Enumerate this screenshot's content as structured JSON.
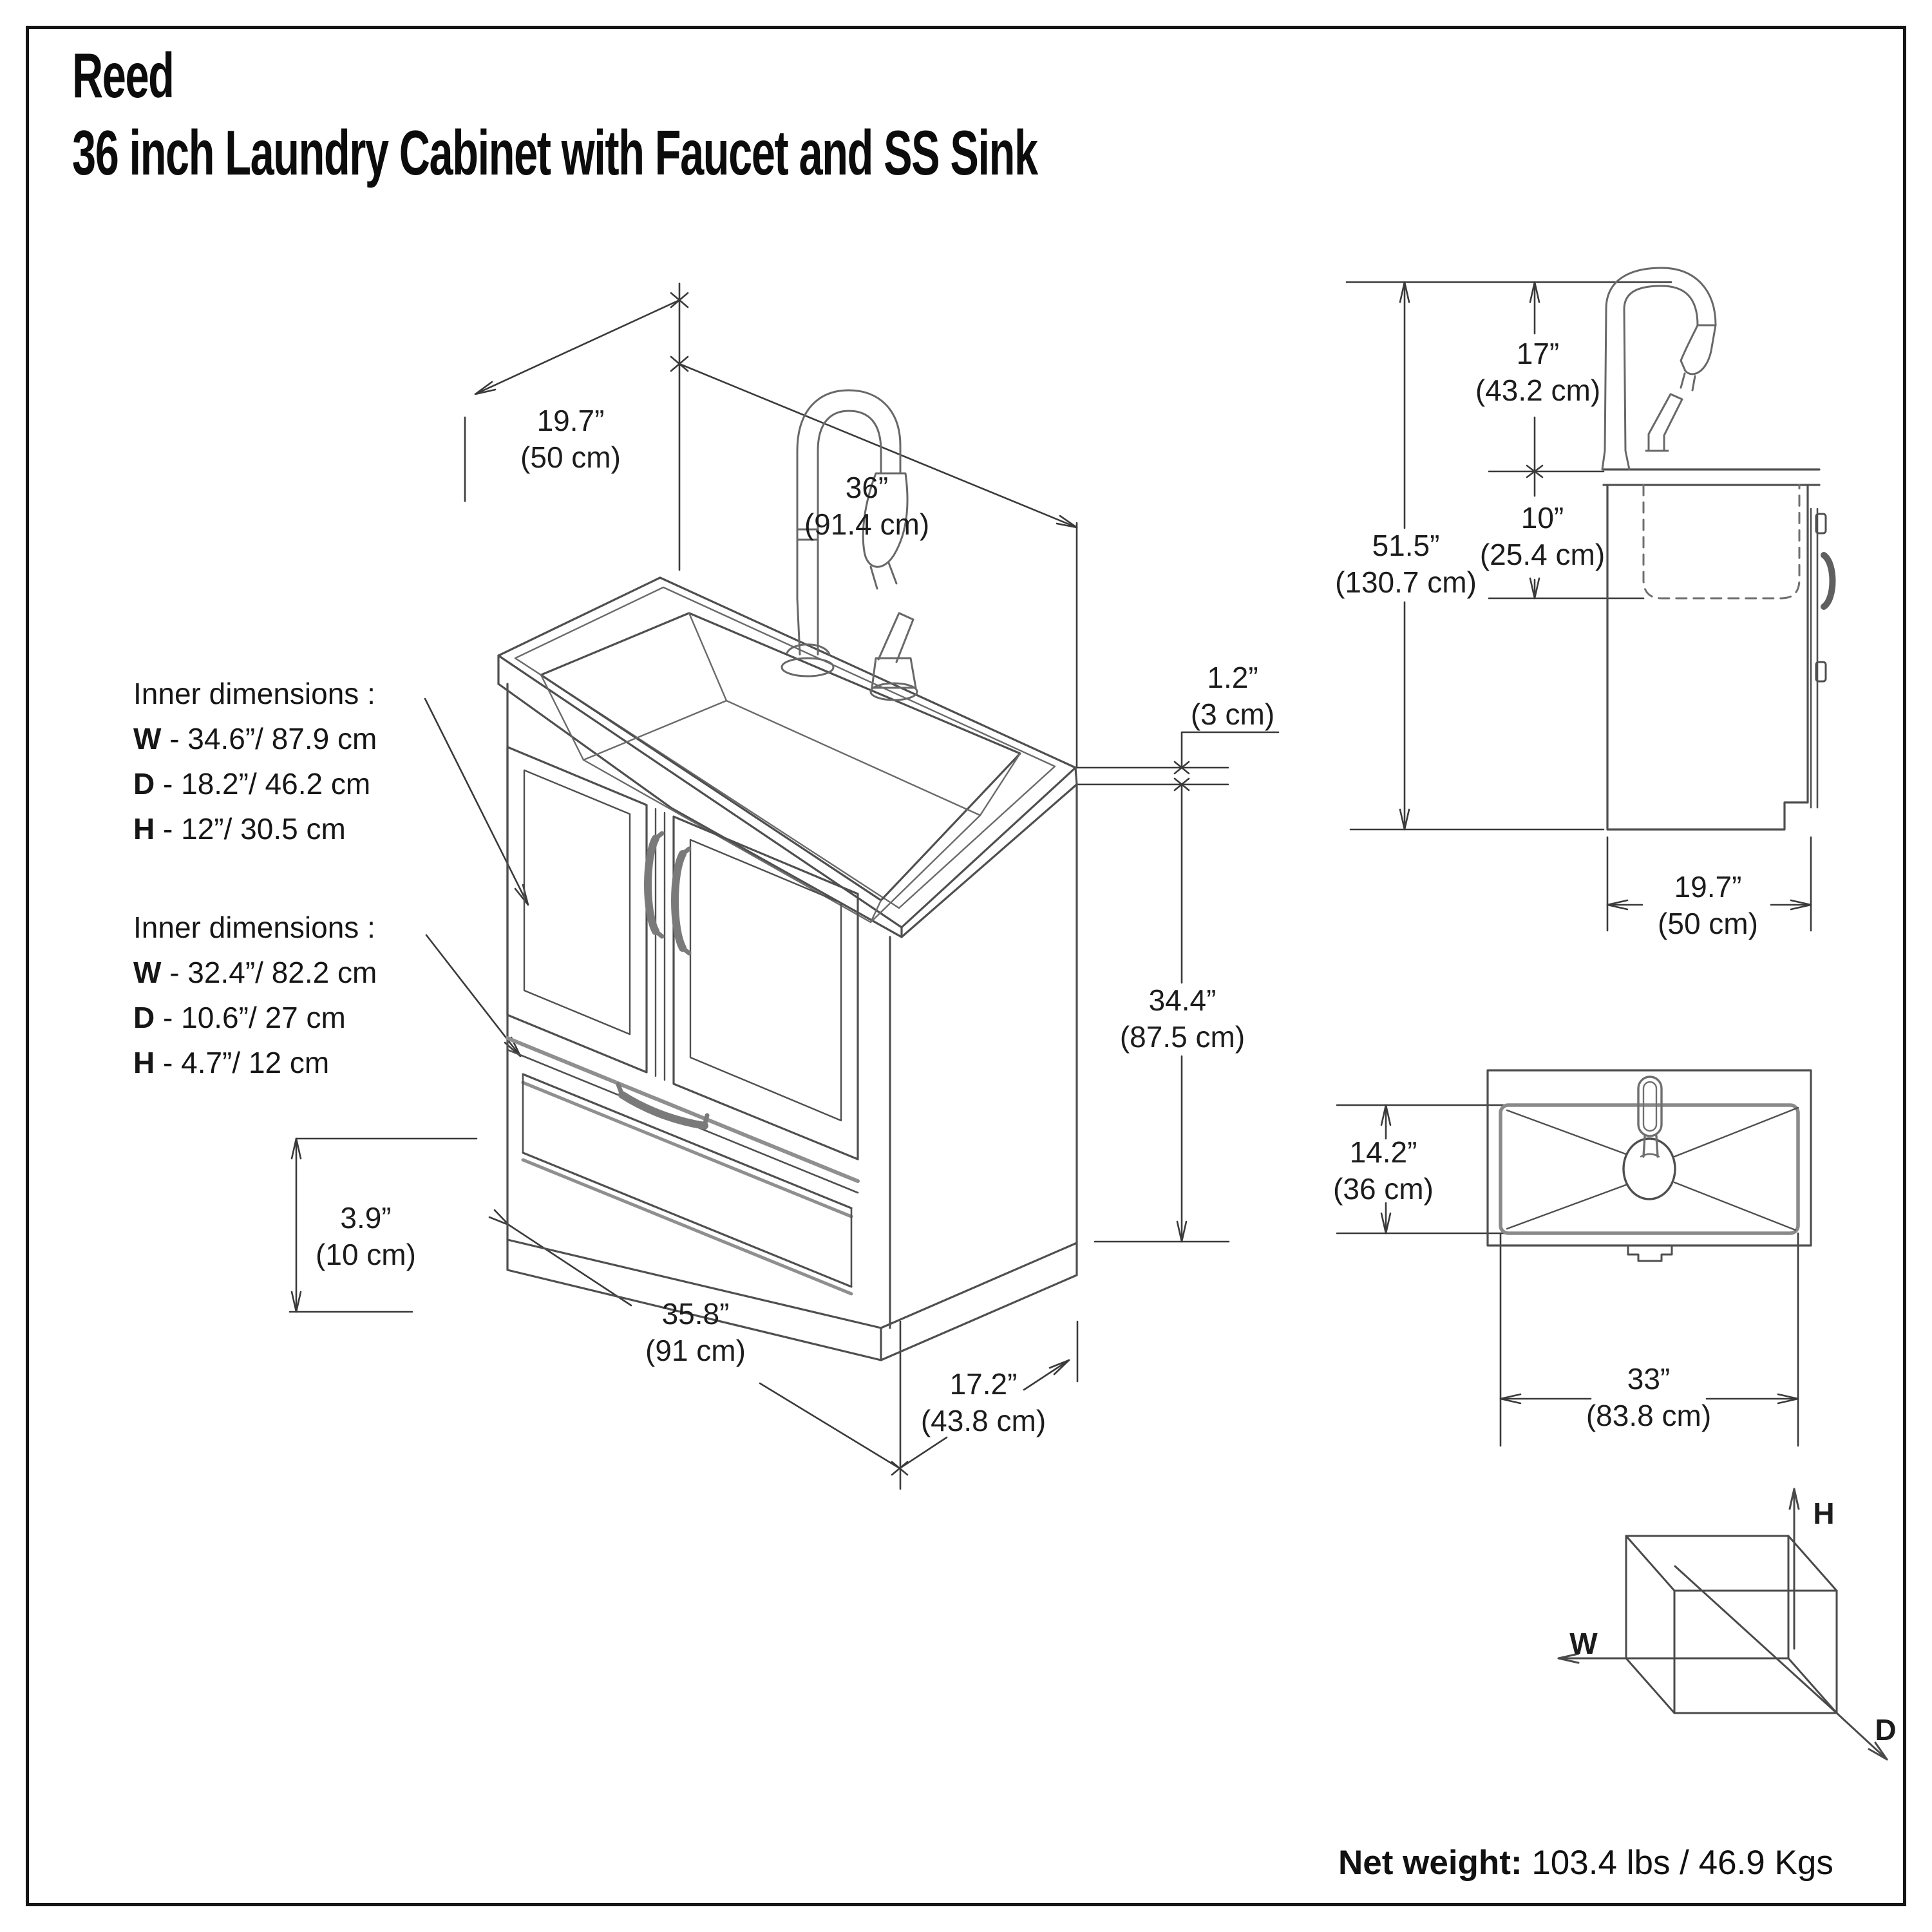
{
  "title": {
    "line1": "Reed",
    "line2": "36 inch Laundry Cabinet with Faucet and SS Sink"
  },
  "inner_dimensions": [
    {
      "heading": "Inner dimensions  :",
      "rows": [
        {
          "k": "W",
          "v": " - 34.6”/ 87.9 cm"
        },
        {
          "k": "D",
          "v": " - 18.2”/ 46.2 cm"
        },
        {
          "k": "H",
          "v": " - 12”/ 30.5 cm"
        }
      ]
    },
    {
      "heading": "Inner dimensions  :",
      "rows": [
        {
          "k": "W",
          "v": " - 32.4”/ 82.2 cm"
        },
        {
          "k": "D",
          "v": " - 10.6”/ 27 cm"
        },
        {
          "k": "H",
          "v": " - 4.7”/ 12 cm"
        }
      ]
    }
  ],
  "isometric_view": {
    "dimensions": {
      "depth_top": {
        "in": "19.7”",
        "cm": "(50 cm)"
      },
      "width_top": {
        "in": "36”",
        "cm": "(91.4 cm)"
      },
      "counter_thickness": {
        "in": "1.2”",
        "cm": "(3 cm)"
      },
      "cabinet_height": {
        "in": "34.4”",
        "cm": "(87.5 cm)"
      },
      "toe_kick": {
        "in": "3.9”",
        "cm": "(10 cm)"
      },
      "width_bottom": {
        "in": "35.8”",
        "cm": "(91 cm)"
      },
      "depth_bottom": {
        "in": "17.2”",
        "cm": "(43.8 cm)"
      }
    }
  },
  "side_view": {
    "dimensions": {
      "faucet_height": {
        "in": "17”",
        "cm": "(43.2 cm)"
      },
      "sink_depth": {
        "in": "10”",
        "cm": "(25.4 cm)"
      },
      "total_height": {
        "in": "51.5”",
        "cm": "(130.7 cm)"
      },
      "depth": {
        "in": "19.7”",
        "cm": "(50 cm)"
      }
    }
  },
  "top_view": {
    "dimensions": {
      "sink_front_to_back": {
        "in": "14.2”",
        "cm": "(36 cm)"
      },
      "sink_width": {
        "in": "33”",
        "cm": "(83.8 cm)"
      }
    }
  },
  "axis_indicator": {
    "h": "H",
    "w": "W",
    "d": "D"
  },
  "net_weight": {
    "label": "Net weight:",
    "value": " 103.4 lbs / 46.9 Kgs"
  }
}
